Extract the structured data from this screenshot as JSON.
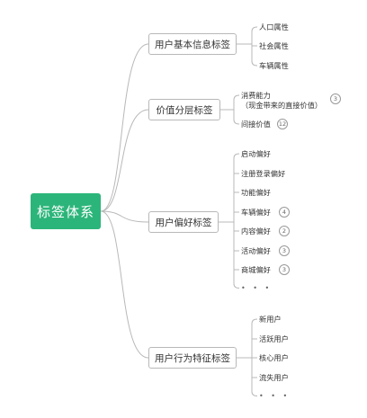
{
  "root": {
    "label": "标签体系"
  },
  "categories": [
    {
      "label": "用户基本信息标签",
      "leaves": [
        {
          "label": "人口属性"
        },
        {
          "label": "社会属性"
        },
        {
          "label": "车辆属性"
        }
      ]
    },
    {
      "label": "价值分层标签",
      "leaves": [
        {
          "label": "消费能力",
          "sub": "（现金带来的直接价值）",
          "badge": "3"
        },
        {
          "label": "间接价值",
          "badge": "12"
        }
      ]
    },
    {
      "label": "用户偏好标签",
      "leaves": [
        {
          "label": "启动偏好"
        },
        {
          "label": "注册登录偏好"
        },
        {
          "label": "功能偏好"
        },
        {
          "label": "车辆偏好",
          "badge": "4"
        },
        {
          "label": "内容偏好",
          "badge": "2"
        },
        {
          "label": "活动偏好",
          "badge": "3"
        },
        {
          "label": "商城偏好",
          "badge": "3"
        }
      ],
      "more": "• • •"
    },
    {
      "label": "用户行为特征标签",
      "leaves": [
        {
          "label": "新用户"
        },
        {
          "label": "活跃用户"
        },
        {
          "label": "核心用户"
        },
        {
          "label": "流失用户"
        }
      ],
      "more": "• • •"
    }
  ],
  "colors": {
    "root_fill": "#2cb57a",
    "connector": "#b8b8b8",
    "box_border": "#b8b8b8"
  }
}
